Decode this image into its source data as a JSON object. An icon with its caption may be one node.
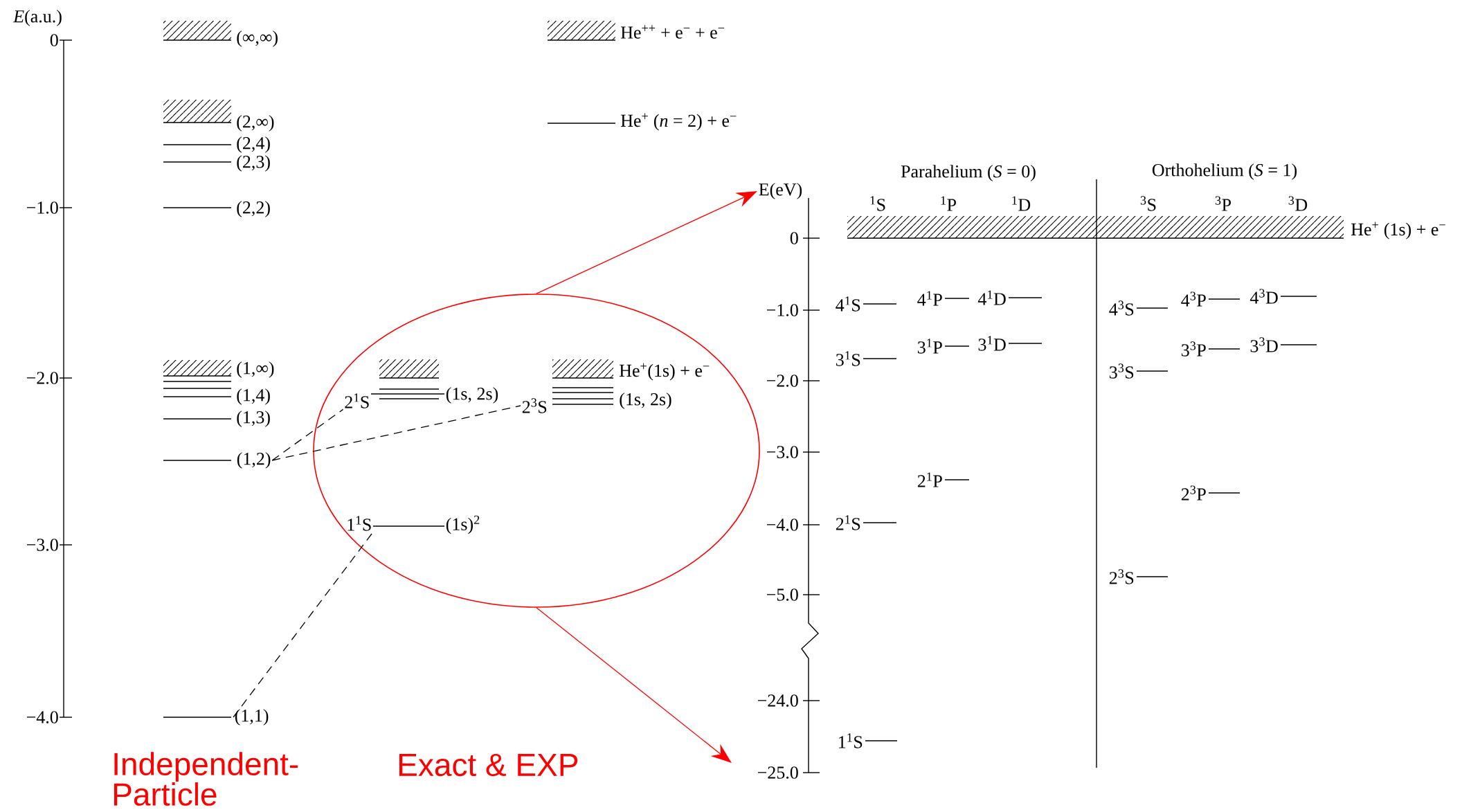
{
  "diagram": {
    "nodes": [
      {
        "text": [],
        "shape": "ellipse"
      },
      {
        "text": [
          "(1,2)"
        ]
      },
      {
        "text": [
          "2$^{1}$S"
        ],
        "in": 0
      },
      {
        "text": [
          "2$^{3}$S"
        ],
        "in": 0,
        "beside": [
          "He$^{+}$(1s) + e$^{−}$",
          "(1s, 2s)"
        ]
      },
      {
        "text": [
          "(1,1)"
        ]
      },
      {
        "text": [
          "1$^{1}$S"
        ],
        "in": 0
      },
      {
        "text": [
          "E(eV)"
        ]
      },
      {
        "text": [
          "(1s, 2s)"
        ],
        "in": 0
      },
      {
        "text": [
          "(1s)$^{2}$"
        ],
        "in": 0
      }
    ],
    "edges": [
      {
        "from": 1,
        "to": 2,
        "arrow": "none",
        "style": "dashed"
      },
      {
        "from": 1,
        "to": 3,
        "arrow": "none",
        "style": "dashed"
      },
      {
        "from": 4,
        "to": 5,
        "arrow": "none",
        "style": "dashed"
      },
      {
        "from": 0,
        "to": 6,
        "arrow": "to",
        "color": "#ff0000"
      },
      {
        "from": 0,
        "to": null,
        "arrow": "to",
        "color": "#ff0000"
      },
      {
        "from": 2,
        "to": 7,
        "arrow": "none"
      },
      {
        "from": 5,
        "to": 8,
        "arrow": "none"
      }
    ],
    "labels": [
      "*E*(a.u.)",
      "0",
      "(∞,∞)",
      "He$^{++}$ + e$^{−}$ + e$^{−}$",
      "(2,∞)",
      "He$^{+}$ (*n* = 2) + e$^{−}$",
      "(2,4)",
      "(2,3)",
      "Parahelium (*S* = 0)",
      "Orthohelium (*S* = 1)",
      "−1.0",
      "(2,2)",
      "$^{1}$S",
      "$^{1}$P",
      "$^{1}$D",
      "$^{3}$S",
      "$^{3}$P",
      "$^{3}$D",
      "0",
      "He$^{+}$ (1s) + e$^{−}$",
      "−1.0",
      "4$^{1}$S",
      "4$^{1}$P",
      "4$^{1}$D",
      "4$^{3}$S",
      "4$^{3}$P",
      "4$^{3}$D",
      "3$^{1}$S",
      "3$^{1}$P",
      "3$^{1}$D",
      "3$^{3}$P",
      "3$^{3}$D",
      "−2.0",
      "(1,∞)",
      "−2.0",
      "3$^{3}$S",
      "(1,4)",
      "(1,3)",
      "−3.0",
      "2$^{1}$P",
      "2$^{3}$P",
      "−4.0",
      "2$^{1}$S",
      "−3.0",
      "2$^{3}$S",
      "−5.0",
      "−24.0",
      "−4.0",
      "1$^{1}$S",
      "Independent- Particle",
      "Exact & EXP",
      "−25.0"
    ]
  }
}
